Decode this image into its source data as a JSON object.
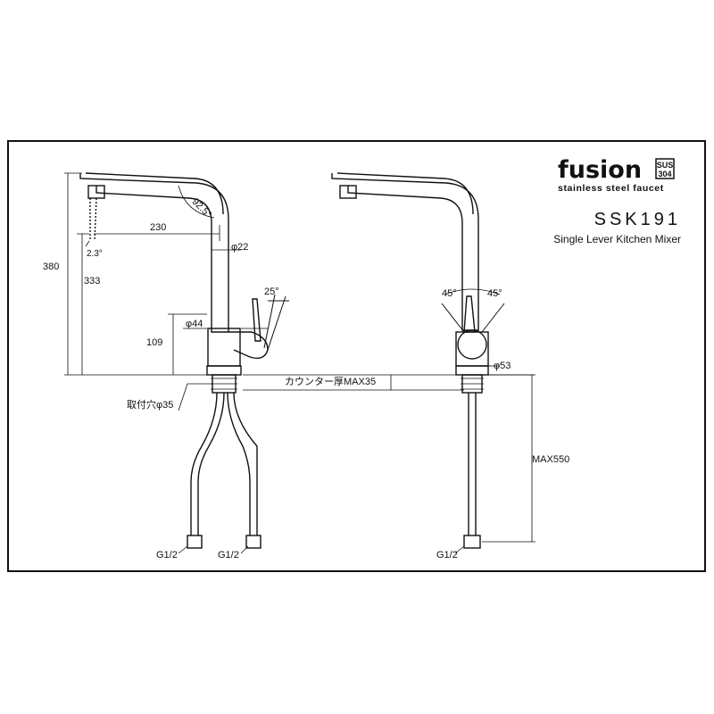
{
  "brand": {
    "name": "fusion",
    "badge_top": "SUS",
    "badge_bottom": "304",
    "tagline": "stainless steel faucet"
  },
  "product": {
    "model": "SSK191",
    "description": "Single Lever Kitchen Mixer"
  },
  "side_view": {
    "overall_height": "380",
    "spout_height": "333",
    "spout_reach": "230",
    "spout_tilt": "2.3°",
    "bend_radius": "92.5°",
    "column_diameter": "φ22",
    "body_diameter": "φ44",
    "body_height": "109",
    "lever_angle": "25°",
    "mount_hole": "取付穴φ35",
    "inlet_left": "G1/2",
    "inlet_right": "G1/2"
  },
  "front_view": {
    "counter_thickness": "カウンター厚MAX35",
    "lever_left_angle": "45°",
    "lever_right_angle": "45°",
    "base_diameter": "φ53",
    "hose_length": "MAX550",
    "inlet": "G1/2"
  },
  "colors": {
    "line": "#111111",
    "paper": "#ffffff"
  }
}
